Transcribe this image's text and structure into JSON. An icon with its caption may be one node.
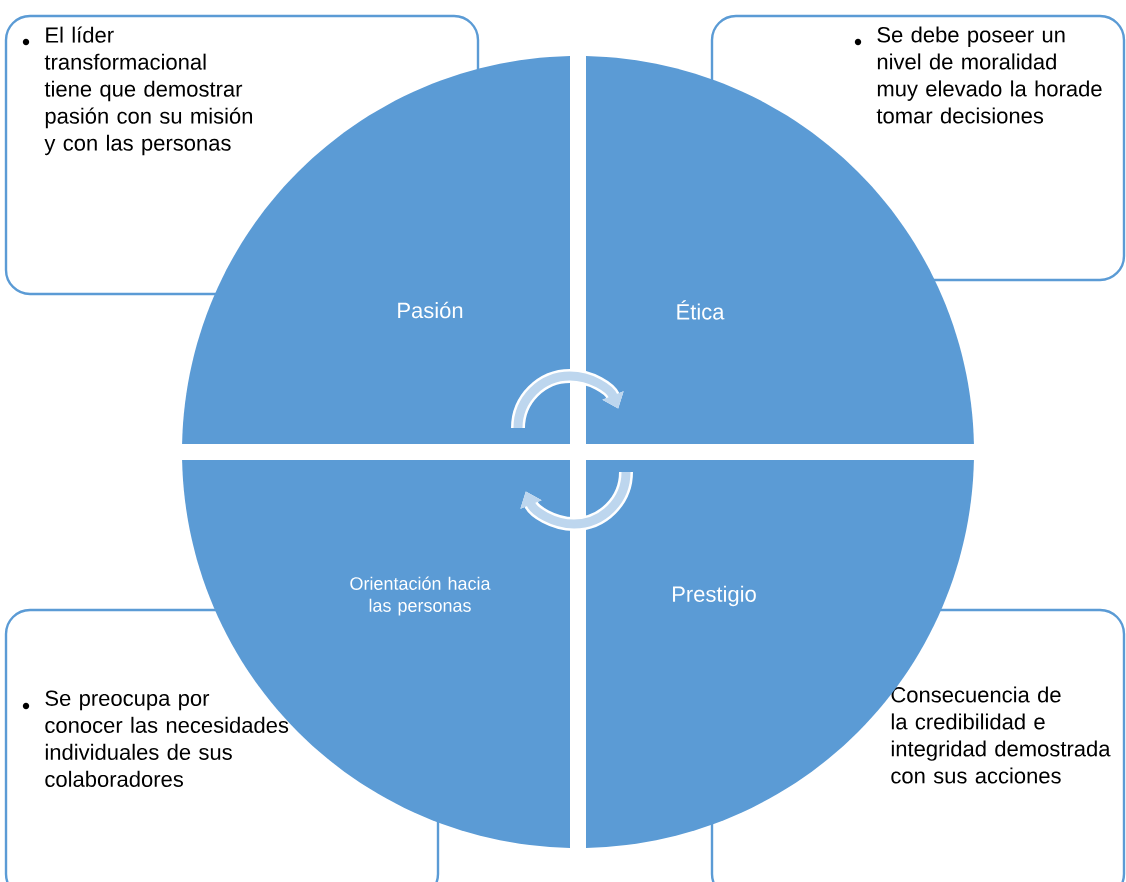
{
  "diagram": {
    "nodes": [
      {
        "text": [
          "El líder transformacional tiene que demostrar pasión con su misión y con las personas"
        ]
      },
      {
        "text": [
          "Se debe poseer un nivel de moralidad muy elevado la horade tomar decisiones"
        ]
      },
      {
        "text": [
          "Se preocupa por conocer las necesidades individuales de sus colaboradores"
        ]
      },
      {
        "text": [
          "Consecuencia de la credibilidad e integridad demostrada con sus acciones"
        ]
      },
      {
        "text": [
          "Pasión"
        ]
      },
      {
        "text": [
          "Ética"
        ]
      },
      {
        "text": [
          "Orientación hacia las personas"
        ]
      },
      {
        "text": [
          "Prestigio"
        ]
      }
    ],
    "edges": [
      {
        "from": 4,
        "to": 5,
        "arrow": "to"
      },
      {
        "from": 7,
        "to": 6,
        "arrow": "to"
      }
    ]
  }
}
